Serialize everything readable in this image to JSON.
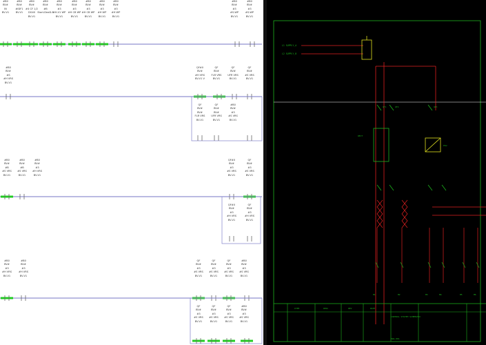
{
  "ladder": {
    "rung1": [
      {
        "lines": [
          "#B0",
          "BV#",
          "IN",
          "",
          "BV-V1"
        ]
      },
      {
        "lines": [
          "#B0",
          "BV#",
          "#IDF1",
          "",
          "BV-V1"
        ]
      },
      {
        "lines": [
          "#B0",
          "BV#",
          "#4 CF 1/2",
          "DG40",
          "BV-V1"
        ]
      },
      {
        "lines": [
          "#B0",
          "BV#",
          "#B",
          "Start-DeaD-E"
        ]
      },
      {
        "lines": [
          "#B0",
          "BV#",
          "#3",
          "#H-V1 WP",
          "BV-V1"
        ]
      },
      {
        "lines": [
          "#B0",
          "BV#",
          "#3",
          "#H CB WP",
          "BV-V1"
        ]
      },
      {
        "lines": [
          "#B0",
          "BV#",
          "#3",
          "#H CB WP",
          "BV-V1"
        ]
      },
      {
        "lines": [
          "#B0",
          "BV#",
          "#3",
          "#H WP",
          "BV-V1"
        ]
      },
      {
        "lines": [
          "#B0",
          "BV#",
          "#3",
          "#H WP",
          "BV-V1"
        ]
      }
    ],
    "rung1_right": [
      {
        "lines": [
          "#B0",
          "BV#",
          "#3",
          "#S-WP",
          "BV-V1"
        ]
      },
      {
        "lines": [
          "#B0",
          "BV#",
          "#3",
          "#S-WP",
          "BV-V1"
        ]
      }
    ],
    "rung2_left": [
      {
        "lines": [
          "#B0",
          "BV#",
          "#S",
          "#H VRS",
          "BV-V1"
        ]
      }
    ],
    "rung2_right": [
      {
        "lines": [
          "QF#0",
          "BV#",
          "#H VRS",
          "BV-V1 V"
        ]
      },
      {
        "lines": [
          "QF",
          "BV#",
          "FLR VRS",
          "BV-V1"
        ]
      },
      {
        "lines": [
          "QF",
          "BV#",
          "UFR VRS",
          "BV-V1"
        ]
      },
      {
        "lines": [
          "QF",
          "BV#",
          "#S VRS",
          "BV-V1"
        ]
      }
    ],
    "rung2_branch": [
      {
        "lines": [
          "QF",
          "BV#",
          "BV#",
          "FLR VRS",
          "BV-V1"
        ]
      },
      {
        "lines": [
          "QF",
          "BV#",
          "BV#",
          "UFR VRS",
          "BV-V1"
        ]
      },
      {
        "lines": [
          "#B0",
          "BV#",
          "#3",
          "#S VRS",
          "BV-V1"
        ]
      }
    ],
    "rung3_left": [
      {
        "lines": [
          "#B0",
          "BV#",
          "#B",
          "#S VRS",
          "BV-V1"
        ]
      },
      {
        "lines": [
          "#B0",
          "BV#",
          "#B",
          "#S VRS",
          "BV-V1"
        ]
      },
      {
        "lines": [
          "#B0",
          "BV#",
          "#3",
          "#H VRS",
          "BV-V1"
        ]
      }
    ],
    "rung3_right": [
      {
        "lines": [
          "QF#0",
          "BV#",
          "#3",
          "#S VRS",
          "BV-V1"
        ]
      },
      {
        "lines": [
          "QF",
          "BV#",
          "#3",
          "#S VRS",
          "BV-V1"
        ]
      }
    ],
    "rung3_branch": [
      {
        "lines": [
          "QF#0",
          "BV#",
          "#3",
          "#H VRS",
          "BV-V1"
        ]
      },
      {
        "lines": [
          "QF",
          "BV#",
          "#3",
          "#H VRS",
          "BV-V1"
        ]
      }
    ],
    "rung4_left": [
      {
        "lines": [
          "#B0",
          "BV#",
          "#3",
          "#H VRS",
          "BV-V1"
        ]
      },
      {
        "lines": [
          "#B0",
          "BV#",
          "#3",
          "#H VRS",
          "BV-V1"
        ]
      }
    ],
    "rung4_right": [
      {
        "lines": [
          "QF",
          "BV#",
          "#3",
          "#S VRS",
          "BV-V1"
        ]
      },
      {
        "lines": [
          "QF",
          "BV#",
          "#3",
          "#S VRS",
          "BV-V1"
        ]
      },
      {
        "lines": [
          "QF",
          "BV#",
          "#3",
          "#S VRS",
          "BV-V1"
        ]
      },
      {
        "lines": [
          "#B0",
          "BV#",
          "#3",
          "#S VRS",
          "BV-V1"
        ]
      }
    ],
    "rung4_branch": [
      {
        "lines": [
          "QF",
          "BV#",
          "#3",
          "#S VRS",
          "BV-V1"
        ]
      },
      {
        "lines": [
          "QF",
          "BV#",
          "#3",
          "#S VRS",
          "BV-V1"
        ]
      },
      {
        "lines": [
          "QF",
          "BV#",
          "#3",
          "#S VRS",
          "BV-V1"
        ]
      },
      {
        "lines": [
          "#B0",
          "BV#",
          "#3",
          "#S VRS",
          "BV-V1"
        ]
      }
    ]
  },
  "schematic": {
    "inputs": [
      "L1 SUPPLY_A",
      "L2 SUPPLY_B"
    ],
    "breakers": [
      "QF1",
      "QF2",
      "QF3"
    ],
    "rectifier_label": "RECT",
    "supply_label": "PSU",
    "outputs": [
      "M1",
      "M2",
      "M3",
      "M4",
      "M5",
      "M6"
    ],
    "title_block": {
      "header": [
        "ITEM",
        "DESC",
        "REV",
        "DATE"
      ],
      "company": "CONTROL SYSTEM SCHEMATIC",
      "drawing_no": "DWG-001"
    }
  },
  "colors": {
    "rail": "#9090d0",
    "contact_on": "#22cc22",
    "schem_border": "#1db41d",
    "schem_red": "#e02020",
    "schem_yellow": "#e0e020"
  }
}
